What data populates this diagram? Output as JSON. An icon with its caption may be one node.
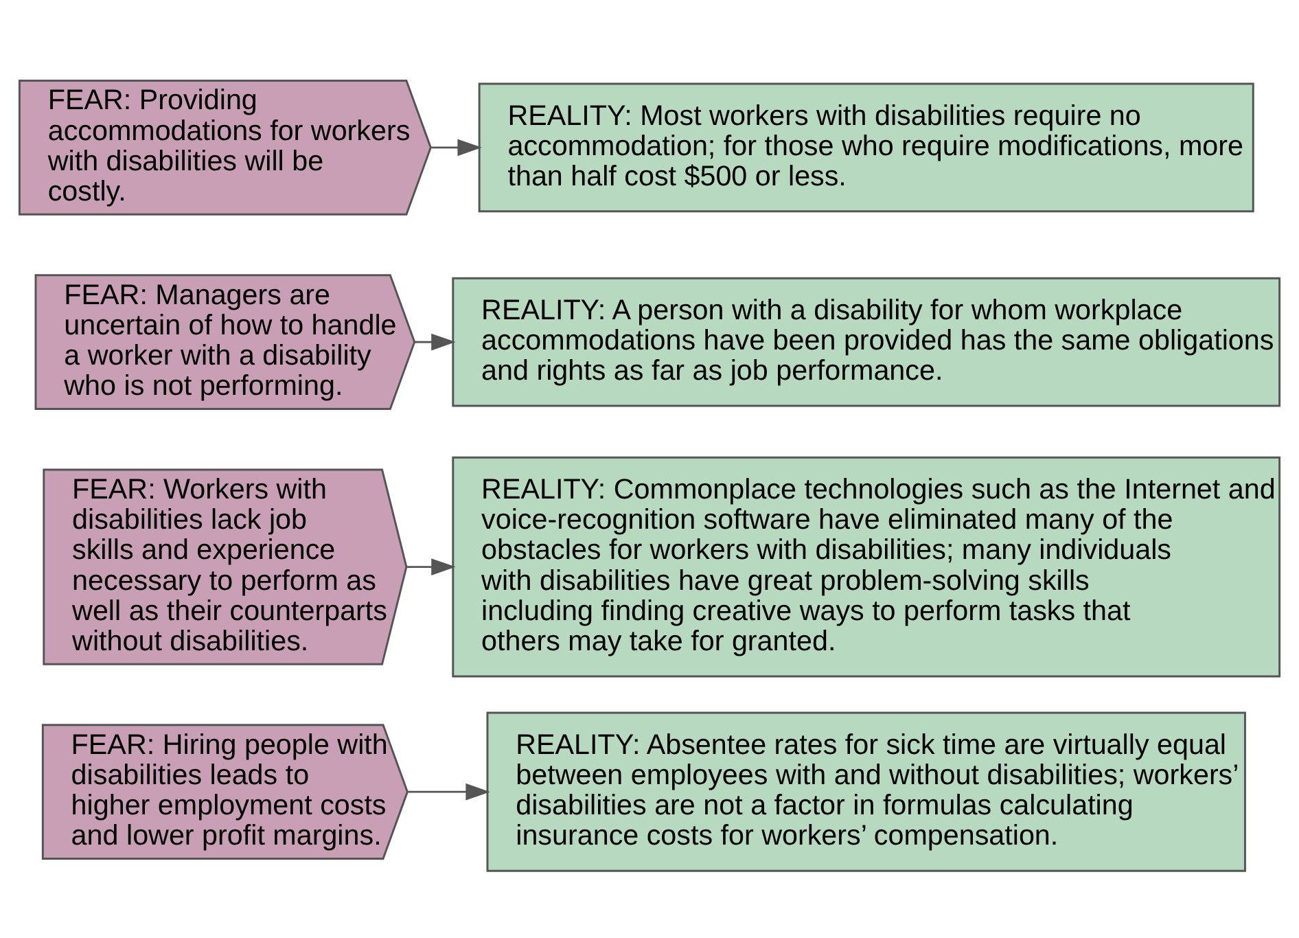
{
  "diagram": {
    "nodes": [
      {
        "text": [
          "FEAR: Hiring people with disabilities leads to higher employment costs and lower profit margins."
        ]
      },
      {
        "text": [
          "REALITY: Absentee rates for sick time are virtually equal between employees with and without disabilities; workers’ disabilities are not a factor in formulas calculating insurance costs for workers’ compensation."
        ]
      },
      {
        "text": [
          "FEAR: Workers with disabilities lack job skills and experience necessary to perform as well as their counterparts without disabilities."
        ]
      },
      {
        "text": [
          "REALITY: Commonplace technologies such as the Internet and voice-recognition software have eliminated many of the obstacles for workers with disabilities; many individuals with disabilities have great problem-solving skills including finding creative ways to perform tasks that others may take for granted."
        ]
      },
      {
        "text": [
          "FEAR: Managers are uncertain of how to handle a worker with a disability who is not performing."
        ]
      },
      {
        "text": [
          "REALITY: A person with a disability for whom workplace accommodations have been provided has the same obligations and rights as far as job performance."
        ]
      },
      {
        "text": [
          "FEAR: Providing accommodations for workers with disabilities will be costly."
        ]
      },
      {
        "text": [
          "REALITY: Most workers with disabilities require no accommodation; for those who require modifications, more than half cost $500 or less."
        ]
      }
    ],
    "edges": [
      {
        "from": 0,
        "to": 1,
        "arrow": "to"
      },
      {
        "from": 2,
        "to": 3,
        "arrow": "to"
      },
      {
        "from": 4,
        "to": 5,
        "arrow": "to"
      },
      {
        "from": 6,
        "to": 7,
        "arrow": "to"
      }
    ]
  }
}
